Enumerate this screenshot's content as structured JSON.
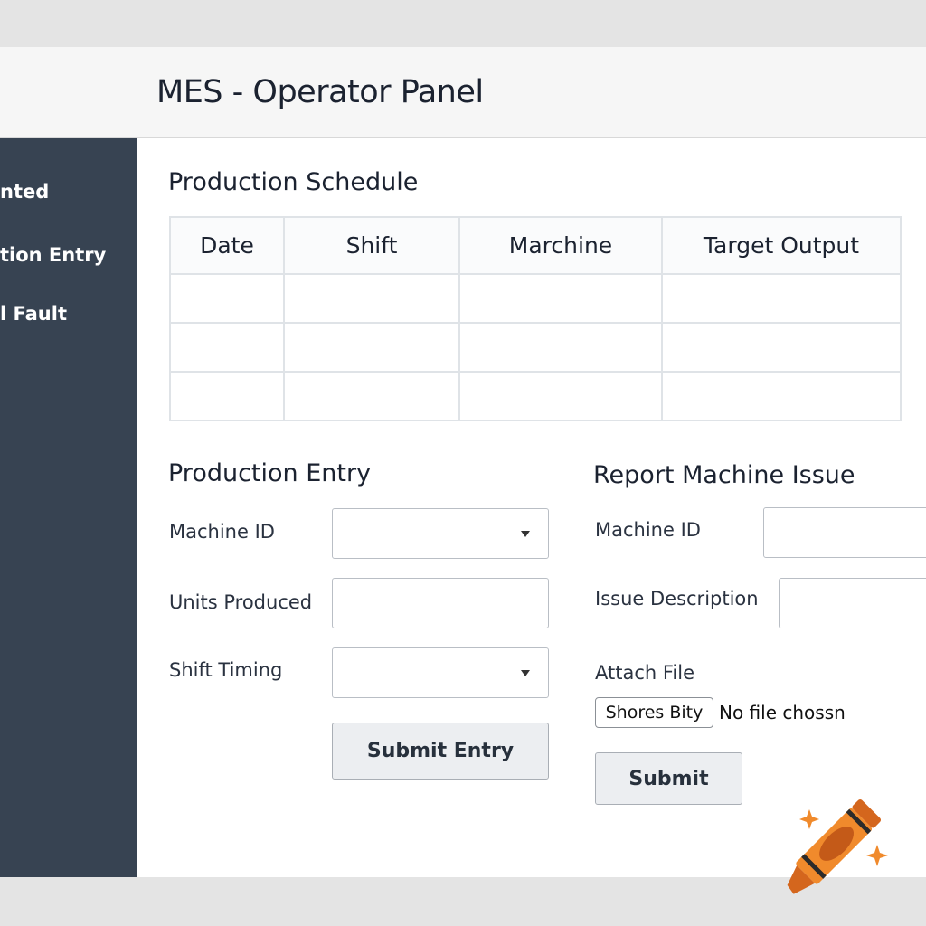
{
  "header": {
    "title": "MES - Operator Panel"
  },
  "sidebar": {
    "items": [
      {
        "label": "nted"
      },
      {
        "label": "tion Entry"
      },
      {
        "label": "l Fault"
      }
    ]
  },
  "schedule": {
    "title": "Production Schedule",
    "columns": [
      "Date",
      "Shift",
      "Marchine",
      "Target Output"
    ],
    "rows": [
      [
        "",
        "",
        "",
        ""
      ],
      [
        "",
        "",
        "",
        ""
      ],
      [
        "",
        "",
        "",
        ""
      ]
    ]
  },
  "production_entry": {
    "title": "Production Entry",
    "machine_id_label": "Machine ID",
    "units_label": "Units Produced",
    "shift_label": "Shift Timing",
    "machine_id_value": "",
    "units_value": "",
    "shift_value": "",
    "submit_label": "Submit Entry"
  },
  "issue": {
    "title": "Report Machine Issue",
    "machine_id_label": "Machine ID",
    "description_label": "Issue Description",
    "attach_label": "Attach File",
    "file_button_label": "Shores Bity",
    "file_status": "No file chossn",
    "submit_label": "Submit"
  },
  "colors": {
    "sidebar": "#374352",
    "accent": "#f08a2c"
  }
}
